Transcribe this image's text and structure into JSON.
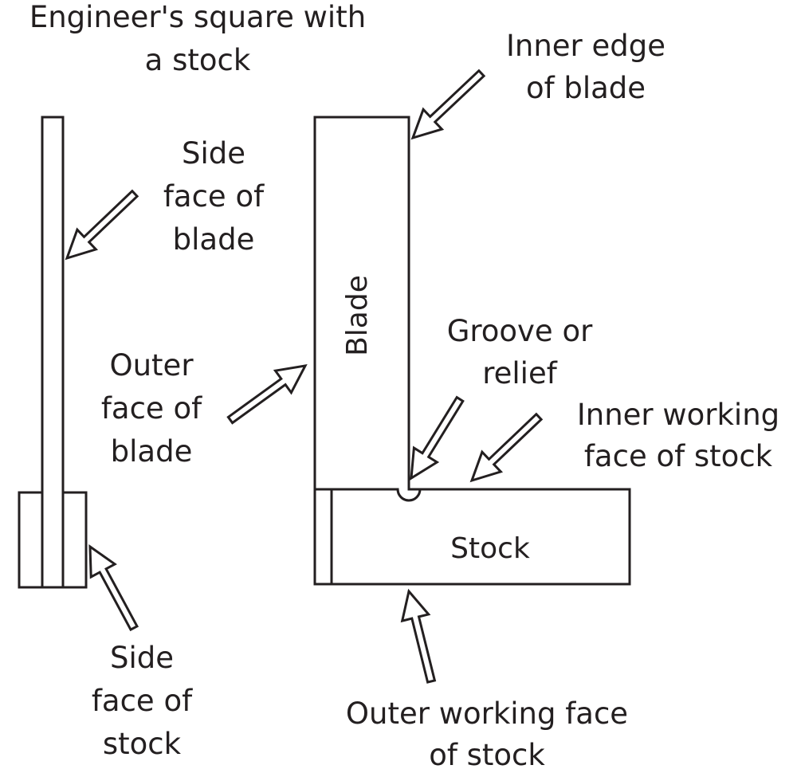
{
  "title": {
    "line1": "Engineer's square with",
    "line2": "a stock"
  },
  "labels": {
    "inner_edge_of_blade": [
      "Inner edge",
      "of blade"
    ],
    "side_face_of_blade": [
      "Side",
      "face of",
      "blade"
    ],
    "outer_face_of_blade": [
      "Outer",
      "face of",
      "blade"
    ],
    "groove_or_relief": [
      "Groove or",
      "relief"
    ],
    "inner_working_face_of_stock": [
      "Inner working",
      "face of stock"
    ],
    "side_face_of_stock": [
      "Side",
      "face of",
      "stock"
    ],
    "outer_working_face_of_stock": [
      "Outer working face",
      "of stock"
    ]
  },
  "parts": {
    "blade": "Blade",
    "stock": "Stock"
  },
  "colors": {
    "line": "#231f20",
    "fill": "#ffffff"
  }
}
